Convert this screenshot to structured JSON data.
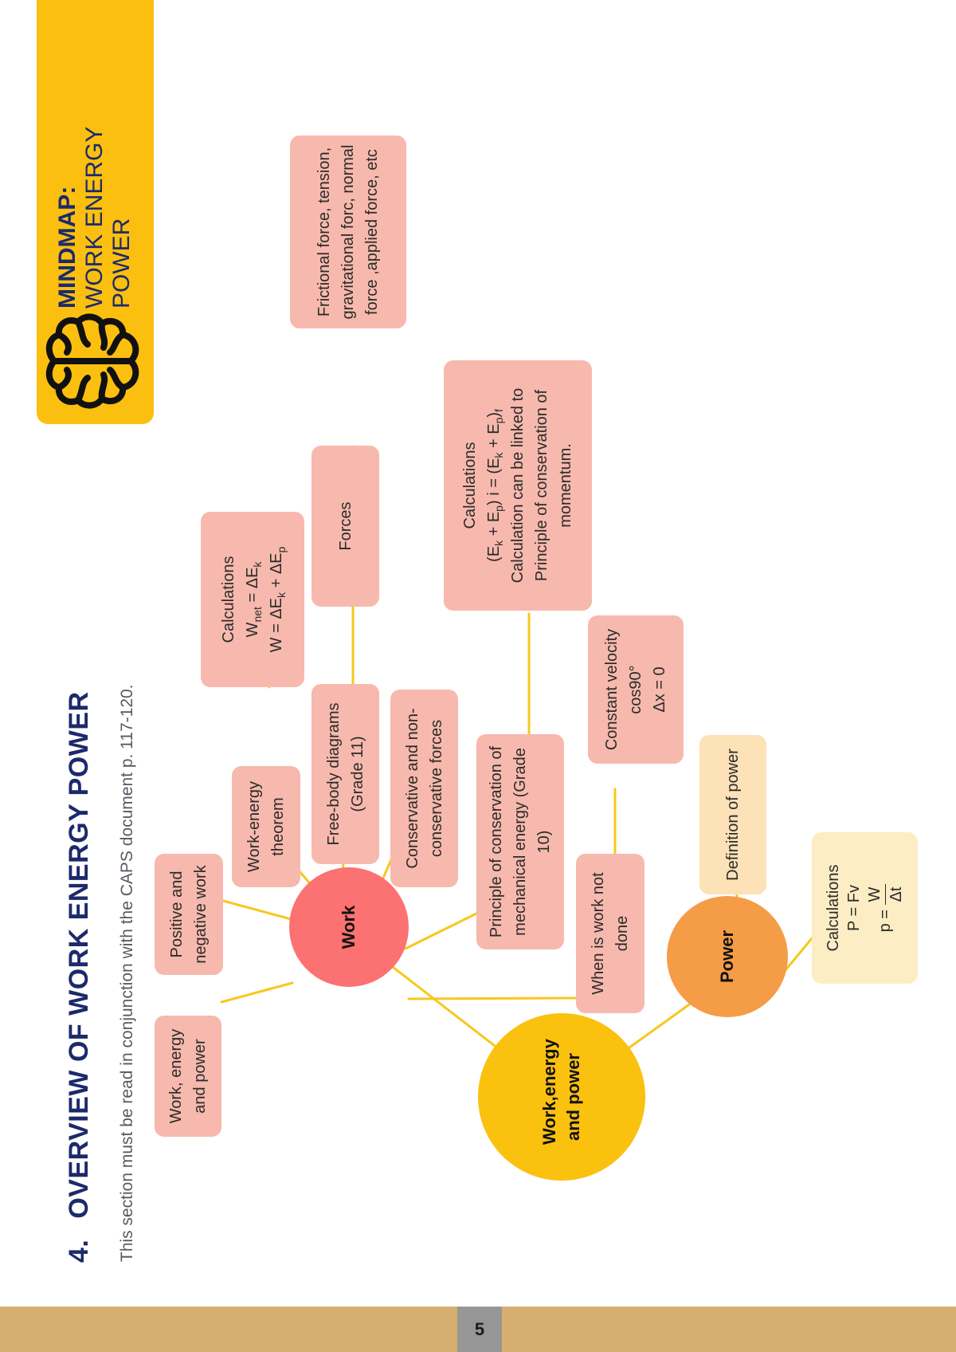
{
  "header": {
    "banner_line1": "MINDMAP:",
    "banner_line2": "WORK ENERGY",
    "banner_line3": "POWER",
    "brain_icon": "brain-icon",
    "section_number": "4.",
    "title": "OVERVIEW OF WORK ENERGY POWER",
    "subtitle": "This section must be read in conjunction with the CAPS document p. 117-120."
  },
  "mindmap": {
    "root": "Work,energy and power",
    "work": "Work",
    "power": "Power",
    "work_children": {
      "work_energy_and_power": "Work, energy and power",
      "positive_negative": "Positive and negative work",
      "work_energy_theorem": "Work-energy theorem",
      "free_body": "Free-body diagrams (Grade 11)",
      "conservative": "Conservative and non-conservative forces",
      "principle_conservation": "Principle of conservation of mechanical energy (Grade 10)",
      "work_not_done": "When is work not done"
    },
    "theorem_calc": {
      "heading": "Calculations",
      "l2_w": "W",
      "l2_sub": "net",
      "l2_rest": " = ΔE",
      "l2_k": "k",
      "l3_a": "W = ΔE",
      "l3_k": "k",
      "l3_b": " + ΔE",
      "l3_p": "p"
    },
    "forces": "Forces",
    "forces_detail": "Frictional force, tension, gravitational forc, normal force ,applied force, etc",
    "conservation_calc": {
      "heading": "Calculations",
      "f_open": "(E",
      "f_k1": "k",
      "f_plus1": " + E",
      "f_p1": "p",
      "f_mid": ") i = (E",
      "f_k2": "k",
      "f_plus2": " + E",
      "f_p2": "p",
      "f_end": ")",
      "f_final": "f",
      "line3": "Calculation can be linked to",
      "line4": "Principle of conservation of",
      "line5": "momentum."
    },
    "not_done_detail": {
      "line1": "Constant velocity",
      "line2": "cos90°",
      "line3": "Δx = 0"
    },
    "power_definition": "Definition of power",
    "power_calc": {
      "heading": "Calculations",
      "line2": "P = Fv",
      "line3_prefix": "p = ",
      "numerator": "W",
      "denominator": "Δt"
    }
  },
  "footer": {
    "page_number": "5"
  },
  "colors": {
    "root": "#fbc10f",
    "work": "#fc7172",
    "power": "#f59c47",
    "pink_box": "#f7b9ad",
    "peach_box": "#fde1b7",
    "cream_box": "#fdedc4",
    "connector": "#f7c81d",
    "banner": "#fbbf0f",
    "footer_band": "#d6ae70",
    "page_box": "#969696",
    "title": "#1c2a6b"
  }
}
